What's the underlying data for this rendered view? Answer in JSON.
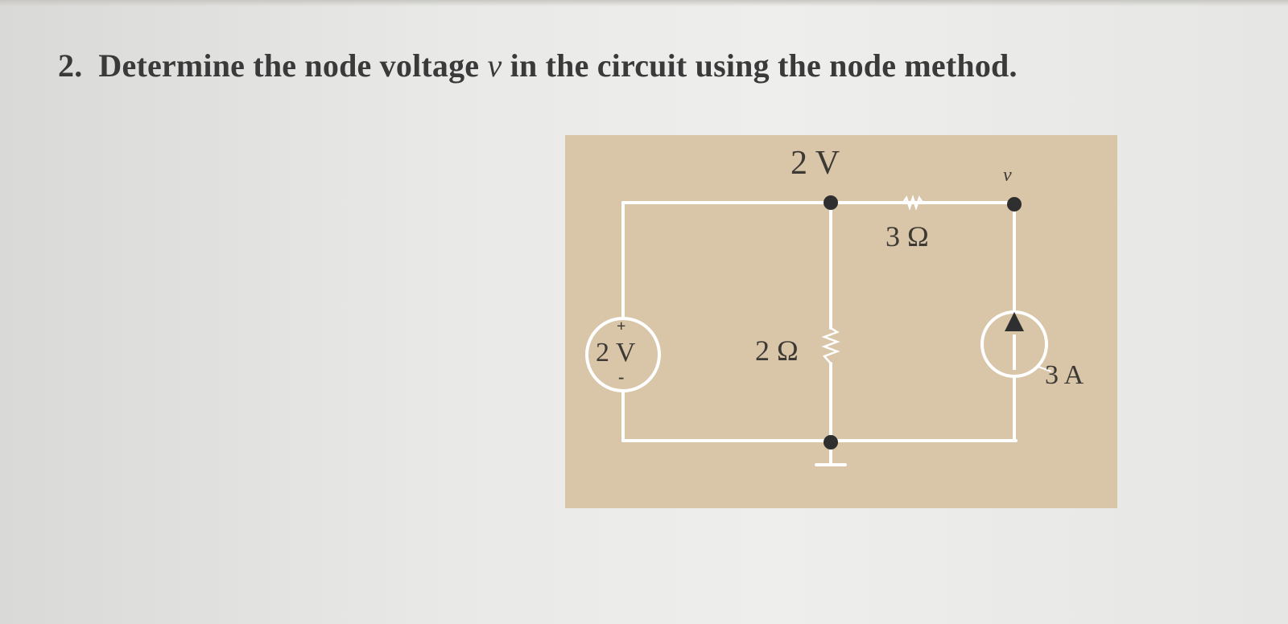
{
  "question": {
    "number": "2.",
    "text_before": "Determine the node voltage",
    "variable": "v",
    "text_after": "in the circuit using the node method."
  },
  "circuit": {
    "node_voltage_label": "2 V",
    "node_variable_label": "v",
    "resistor_series_label": "3 Ω",
    "resistor_shunt_label": "2 Ω",
    "voltage_source_label": "2 V",
    "voltage_source_plus": "+",
    "voltage_source_minus": "-",
    "current_source_label": "3 A"
  },
  "colors": {
    "figure_background": "#d9c5a8",
    "wire": "#ffffff",
    "text": "#3d3a35"
  }
}
